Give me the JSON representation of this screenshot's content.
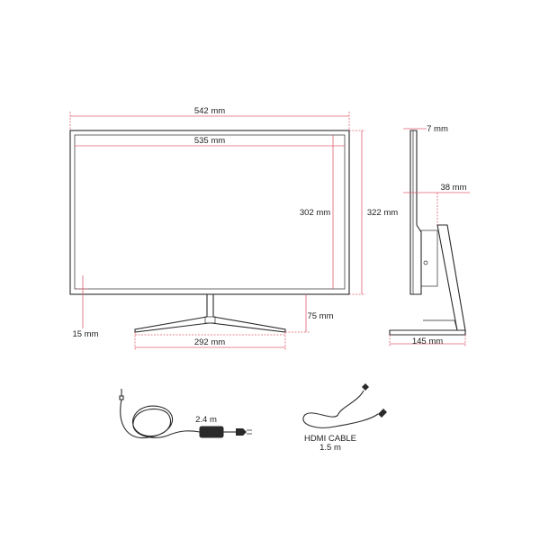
{
  "front_view": {
    "overall_width": "542 mm",
    "screen_width": "535 mm",
    "screen_height": "302 mm",
    "overall_height": "322 mm",
    "base_height": "75 mm",
    "bottom_bezel": "15 mm",
    "base_width": "292 mm"
  },
  "side_view": {
    "panel_depth": "7 mm",
    "stand_depth": "38 mm",
    "base_depth": "145 mm"
  },
  "accessories": {
    "power_cable_length": "2.4 m",
    "hdmi_label": "HDMI CABLE",
    "hdmi_length": "1.5 m"
  },
  "colors": {
    "dimension_line": "#e06070",
    "outline": "#2a2a2a",
    "text": "#222222"
  }
}
